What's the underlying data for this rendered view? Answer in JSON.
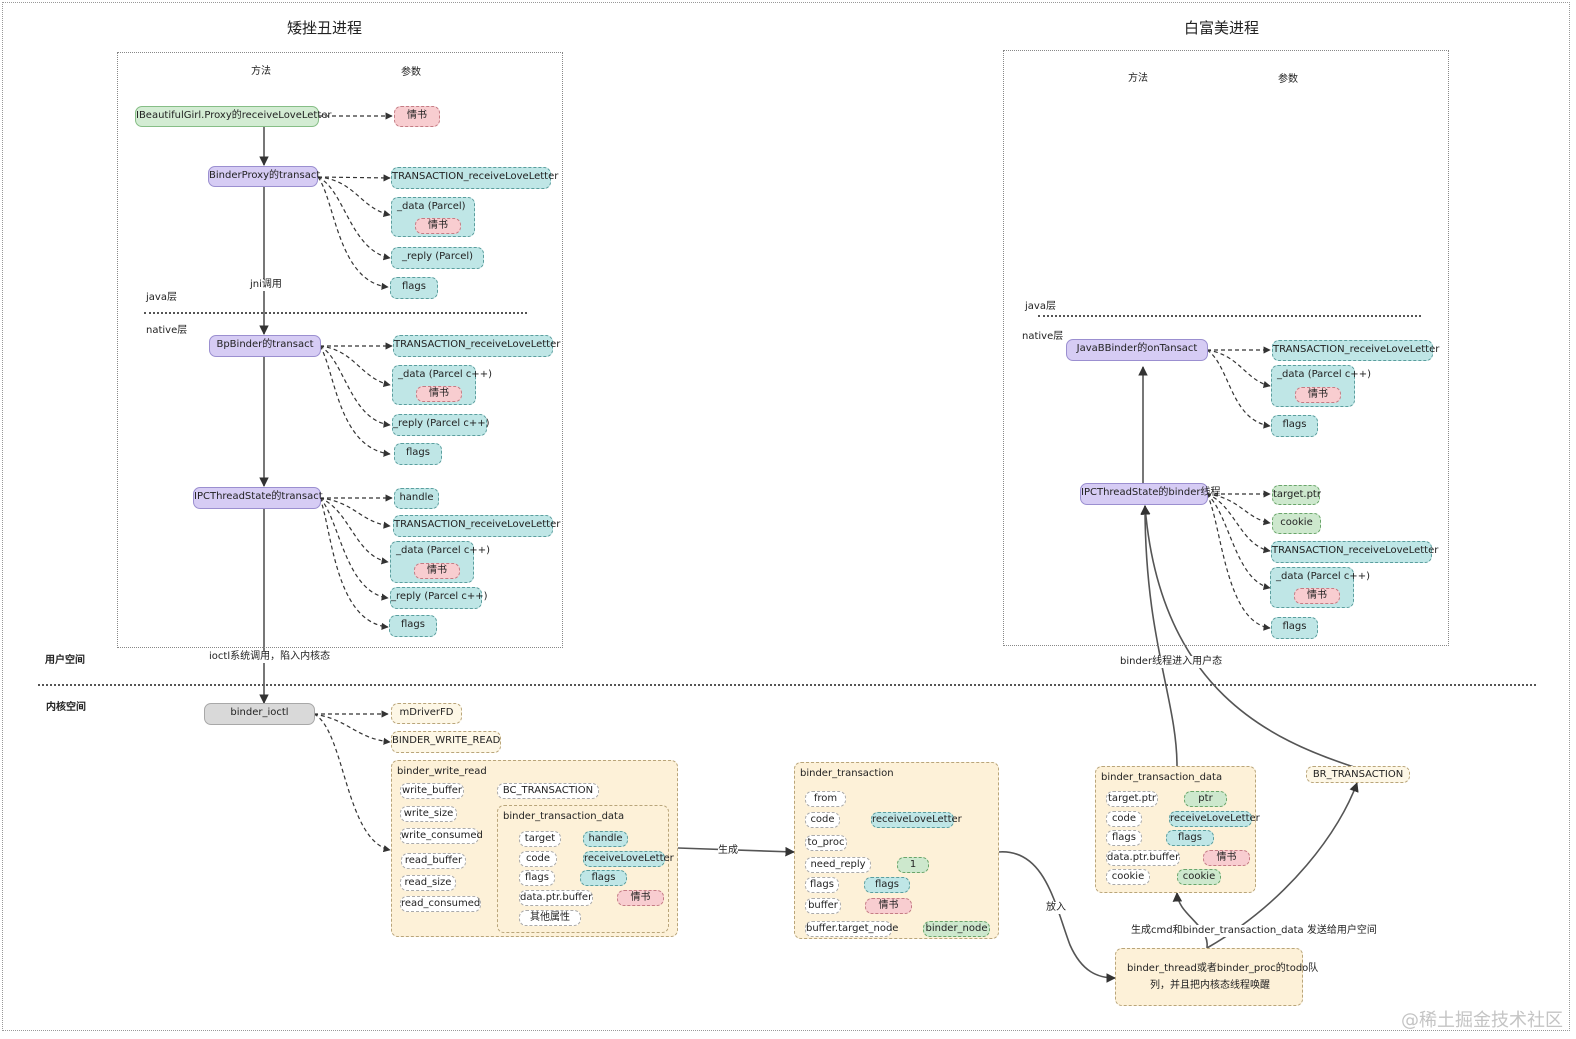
{
  "titles": {
    "left_process": "矮挫丑进程",
    "right_process": "白富美进程"
  },
  "left": {
    "method_header": "方法",
    "param_header": "参数",
    "java_layer": "java层",
    "native_layer": "native层",
    "jni_label": "jni调用",
    "proxy_method": "IBeautifulGirl.Proxy的receiveLoveLetter",
    "proxy_param": "情书",
    "binderproxy_method": "BinderProxy的transact",
    "binderproxy_params": {
      "code": "TRANSACTION_receiveLoveLetter",
      "data": "_data (Parcel)",
      "data_inner": "情书",
      "reply": "_reply (Parcel)",
      "flags": "flags"
    },
    "bpbinder_method": "BpBinder的transact",
    "bpbinder_params": {
      "code": "TRANSACTION_receiveLoveLetter",
      "data": "_data (Parcel c++)",
      "data_inner": "情书",
      "reply": "_reply (Parcel  c++)",
      "flags": "flags"
    },
    "ipc_method": "IPCThreadState的transact",
    "ipc_params": {
      "handle": "handle",
      "code": "TRANSACTION_receiveLoveLetter",
      "data": "_data (Parcel c++)",
      "data_inner": "情书",
      "reply": "_reply (Parcel  c++)",
      "flags": "flags"
    }
  },
  "right": {
    "method_header": "方法",
    "param_header": "参数",
    "java_layer": "java层",
    "native_layer": "native层",
    "javabbinder_method": "JavaBBinder的onTansact",
    "javabbinder_params": {
      "code": "TRANSACTION_receiveLoveLetter",
      "data": "_data (Parcel c++)",
      "data_inner": "情书",
      "flags": "flags"
    },
    "ipc_method": "IPCThreadState的binder线程",
    "ipc_params": {
      "target": "target.ptr",
      "cookie": "cookie",
      "code": "TRANSACTION_receiveLoveLetter",
      "data": "_data (Parcel c++)",
      "data_inner": "情书",
      "flags": "flags"
    }
  },
  "space": {
    "user": "用户空间",
    "kernel": "内核空间"
  },
  "labels": {
    "ioctl": "ioctl系统调用，陷入内核态",
    "generate": "生成",
    "put": "放入",
    "enter_user": "binder线程进入用户态",
    "send_user": "生成cmd和binder_transaction_data 发送给用户空间"
  },
  "kernel": {
    "binder_ioctl": "binder_ioctl",
    "driver_fd": "mDriverFD",
    "write_read_cmd": "BINDER_WRITE_READ",
    "bwr": {
      "title": "binder_write_read",
      "write_buffer": "write_buffer",
      "bc_transaction": "BC_TRANSACTION",
      "write_size": "write_size",
      "write_consumed": "write_consumed",
      "read_buffer": "read_buffer",
      "read_size": "read_size",
      "read_consumed": "read_consumed",
      "btd": {
        "title": "binder_transaction_data",
        "target": "target",
        "target_val": "handle",
        "code": "code",
        "code_val": "receiveLoveLetter",
        "flags": "flags",
        "flags_val": "flags",
        "dataptr": "data.ptr.buffer",
        "dataptr_val": "情书",
        "other": "其他属性"
      }
    },
    "bt": {
      "title": "binder_transaction",
      "from": "from",
      "code": "code",
      "code_val": "receiveLoveLetter",
      "to_proc": "to_proc",
      "need_reply": "need_reply",
      "need_reply_val": "1",
      "flags": "flags",
      "flags_val": "flags",
      "buffer": "buffer",
      "buffer_val": "情书",
      "target_node": "buffer.target_node",
      "target_node_val": "binder_node"
    },
    "btd_out": {
      "title": "binder_transaction_data",
      "target": "target.ptr",
      "target_val": "ptr",
      "code": "code",
      "code_val": "receiveLoveLetter",
      "flags": "flags",
      "flags_val": "flags",
      "dataptr": "data.ptr.buffer",
      "dataptr_val": "情书",
      "cookie": "cookie",
      "cookie_val": "cookie"
    },
    "br_transaction": "BR_TRANSACTION",
    "todo_line1": "binder_thread或者binder_proc的todo队",
    "todo_line2": "列，并且把内核态线程唤醒"
  },
  "watermark": "@稀土掘金技术社区",
  "colors": {
    "method": "#d6ccf4",
    "entry": "#d3ecd3",
    "param": "#bfe6e6",
    "letter": "#f8cdd0",
    "struct": "#fdf1d8",
    "value_green": "#cde8cd",
    "kernel_call": "#d9d9d9"
  }
}
